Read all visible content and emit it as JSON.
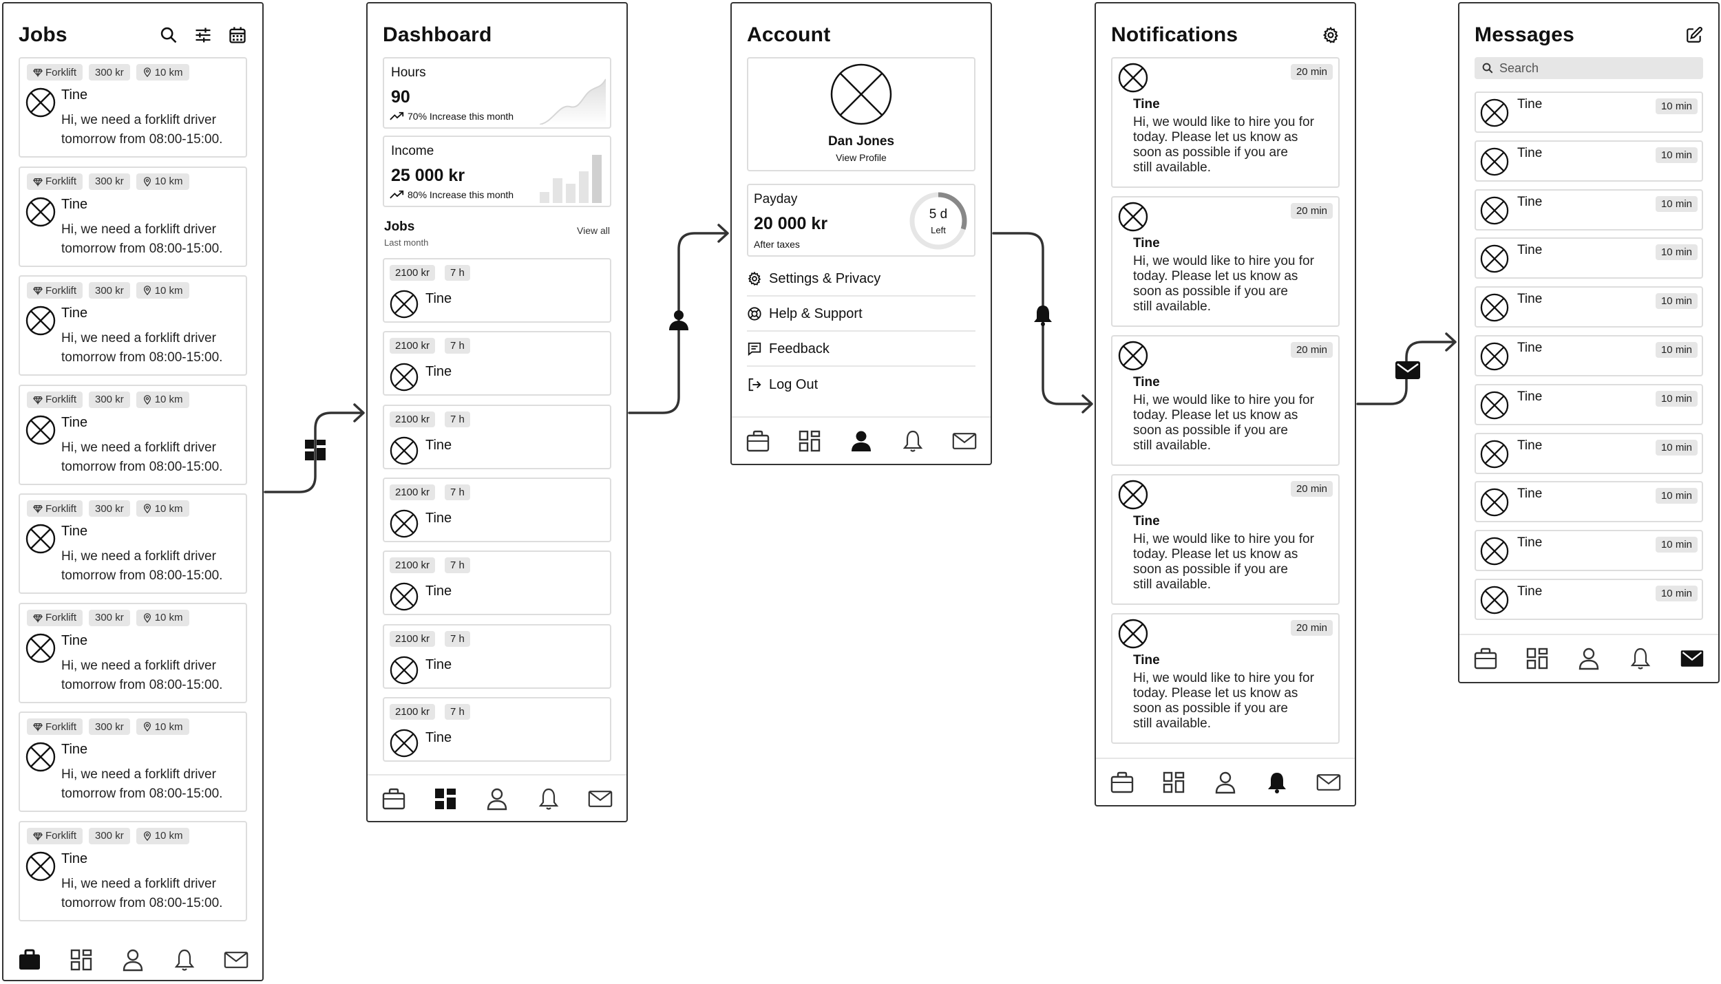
{
  "jobs": {
    "title": "Jobs",
    "cards": [
      {
        "tags": [
          "Forklift",
          "300 kr",
          "10 km"
        ],
        "name": "Tine",
        "msg1": "Hi, we need a forklift driver",
        "msg2": "tomorrow from 08:00-15:00."
      },
      {
        "tags": [
          "Forklift",
          "300 kr",
          "10 km"
        ],
        "name": "Tine",
        "msg1": "Hi, we need a forklift driver",
        "msg2": "tomorrow from 08:00-15:00."
      },
      {
        "tags": [
          "Forklift",
          "300 kr",
          "10 km"
        ],
        "name": "Tine",
        "msg1": "Hi, we need a forklift driver",
        "msg2": "tomorrow from 08:00-15:00."
      },
      {
        "tags": [
          "Forklift",
          "300 kr",
          "10 km"
        ],
        "name": "Tine",
        "msg1": "Hi, we need a forklift driver",
        "msg2": "tomorrow from 08:00-15:00."
      },
      {
        "tags": [
          "Forklift",
          "300 kr",
          "10 km"
        ],
        "name": "Tine",
        "msg1": "Hi, we need a forklift driver",
        "msg2": "tomorrow from 08:00-15:00."
      },
      {
        "tags": [
          "Forklift",
          "300 kr",
          "10 km"
        ],
        "name": "Tine",
        "msg1": "Hi, we need a forklift driver",
        "msg2": "tomorrow from 08:00-15:00."
      },
      {
        "tags": [
          "Forklift",
          "300 kr",
          "10 km"
        ],
        "name": "Tine",
        "msg1": "Hi, we need a forklift driver",
        "msg2": "tomorrow from 08:00-15:00."
      },
      {
        "tags": [
          "Forklift",
          "300 kr",
          "10 km"
        ],
        "name": "Tine",
        "msg1": "Hi, we need a forklift driver",
        "msg2": "tomorrow from 08:00-15:00."
      }
    ]
  },
  "dashboard": {
    "title": "Dashboard",
    "hours": {
      "label": "Hours",
      "value": "90",
      "trend": "70% Increase this month"
    },
    "income": {
      "label": "Income",
      "value": "25 000 kr",
      "trend": "80% Increase this month"
    },
    "jobs_label": "Jobs",
    "jobs_sub": "Last month",
    "view_all": "View all",
    "jobs": [
      {
        "pay": "2100 kr",
        "hours": "7 h",
        "name": "Tine"
      },
      {
        "pay": "2100 kr",
        "hours": "7 h",
        "name": "Tine"
      },
      {
        "pay": "2100 kr",
        "hours": "7 h",
        "name": "Tine"
      },
      {
        "pay": "2100 kr",
        "hours": "7 h",
        "name": "Tine"
      },
      {
        "pay": "2100 kr",
        "hours": "7 h",
        "name": "Tine"
      },
      {
        "pay": "2100 kr",
        "hours": "7 h",
        "name": "Tine"
      },
      {
        "pay": "2100 kr",
        "hours": "7 h",
        "name": "Tine"
      }
    ]
  },
  "account": {
    "title": "Account",
    "name": "Dan Jones",
    "view_profile": "View Profile",
    "payday": {
      "label": "Payday",
      "amount": "20 000 kr",
      "sub": "After taxes",
      "days": "5 d",
      "left": "Left",
      "progress": 0.3
    },
    "menu": [
      {
        "label": "Settings & Privacy",
        "icon": "gear-icon"
      },
      {
        "label": "Help & Support",
        "icon": "support-icon"
      },
      {
        "label": "Feedback",
        "icon": "feedback-icon"
      },
      {
        "label": "Log Out",
        "icon": "logout-icon"
      }
    ]
  },
  "notifications": {
    "title": "Notifications",
    "items": [
      {
        "time": "20 min",
        "name": "Tine",
        "l1": "Hi, we would like to hire you for",
        "l2": "today. Please let us know as",
        "l3": "soon as possible if you are",
        "l4": "still available."
      },
      {
        "time": "20 min",
        "name": "Tine",
        "l1": "Hi, we would like to hire you for",
        "l2": "today. Please let us know as",
        "l3": "soon as possible if you are",
        "l4": "still available."
      },
      {
        "time": "20 min",
        "name": "Tine",
        "l1": "Hi, we would like to hire you for",
        "l2": "today. Please let us know as",
        "l3": "soon as possible if you are",
        "l4": "still available."
      },
      {
        "time": "20 min",
        "name": "Tine",
        "l1": "Hi, we would like to hire you for",
        "l2": "today. Please let us know as",
        "l3": "soon as possible if you are",
        "l4": "still available."
      },
      {
        "time": "20 min",
        "name": "Tine",
        "l1": "Hi, we would like to hire you for",
        "l2": "today. Please let us know as",
        "l3": "soon as possible if you are",
        "l4": "still available."
      }
    ]
  },
  "messages": {
    "title": "Messages",
    "search_placeholder": "Search",
    "items": [
      {
        "name": "Tine",
        "time": "10 min"
      },
      {
        "name": "Tine",
        "time": "10 min"
      },
      {
        "name": "Tine",
        "time": "10 min"
      },
      {
        "name": "Tine",
        "time": "10 min"
      },
      {
        "name": "Tine",
        "time": "10 min"
      },
      {
        "name": "Tine",
        "time": "10 min"
      },
      {
        "name": "Tine",
        "time": "10 min"
      },
      {
        "name": "Tine",
        "time": "10 min"
      },
      {
        "name": "Tine",
        "time": "10 min"
      },
      {
        "name": "Tine",
        "time": "10 min"
      },
      {
        "name": "Tine",
        "time": "10 min"
      }
    ]
  },
  "connectors": [
    {
      "from": "jobs",
      "to": "dashboard",
      "icon": "dashboard-icon"
    },
    {
      "from": "dashboard",
      "to": "account",
      "icon": "person-icon"
    },
    {
      "from": "account",
      "to": "notifications",
      "icon": "bell-icon"
    },
    {
      "from": "notifications",
      "to": "messages",
      "icon": "mail-icon"
    }
  ],
  "nav": [
    "briefcase-icon",
    "dashboard-icon",
    "person-icon",
    "bell-icon",
    "mail-icon"
  ]
}
